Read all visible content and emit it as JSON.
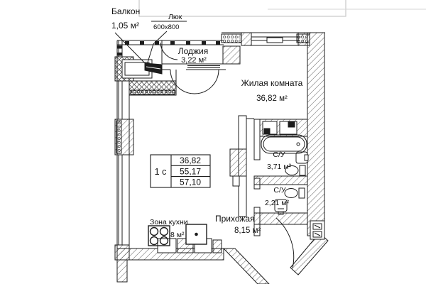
{
  "plan": {
    "balcony": {
      "label": "Балкон",
      "area": "1,05 м²"
    },
    "hatch": {
      "label": "Люк",
      "size": "600х800"
    },
    "loggia": {
      "label": "Лоджия",
      "area": "3,22 м²"
    },
    "living_room g": 0,
    "living_room": {
      "label": "Жилая комната",
      "area": "36,82 м²"
    },
    "bathroom_1": {
      "label": "С/У",
      "area": "3,71 м²"
    },
    "bathroom_2": {
      "label": "С/У",
      "area": "2,21 м²"
    },
    "hallway": {
      "label": "Прихожая",
      "area": "8,15 м²"
    },
    "kitchen_zone": {
      "label": "Зона кухни",
      "area_visible": "8 м²"
    },
    "info_table": {
      "type_label": "1 с",
      "rows": [
        "36,82",
        "55,17",
        "57,10"
      ]
    },
    "colors": {
      "line": "#1c1c1c",
      "hatch": "#3a3a3a",
      "faint_gray": "#c9c9c9"
    }
  }
}
